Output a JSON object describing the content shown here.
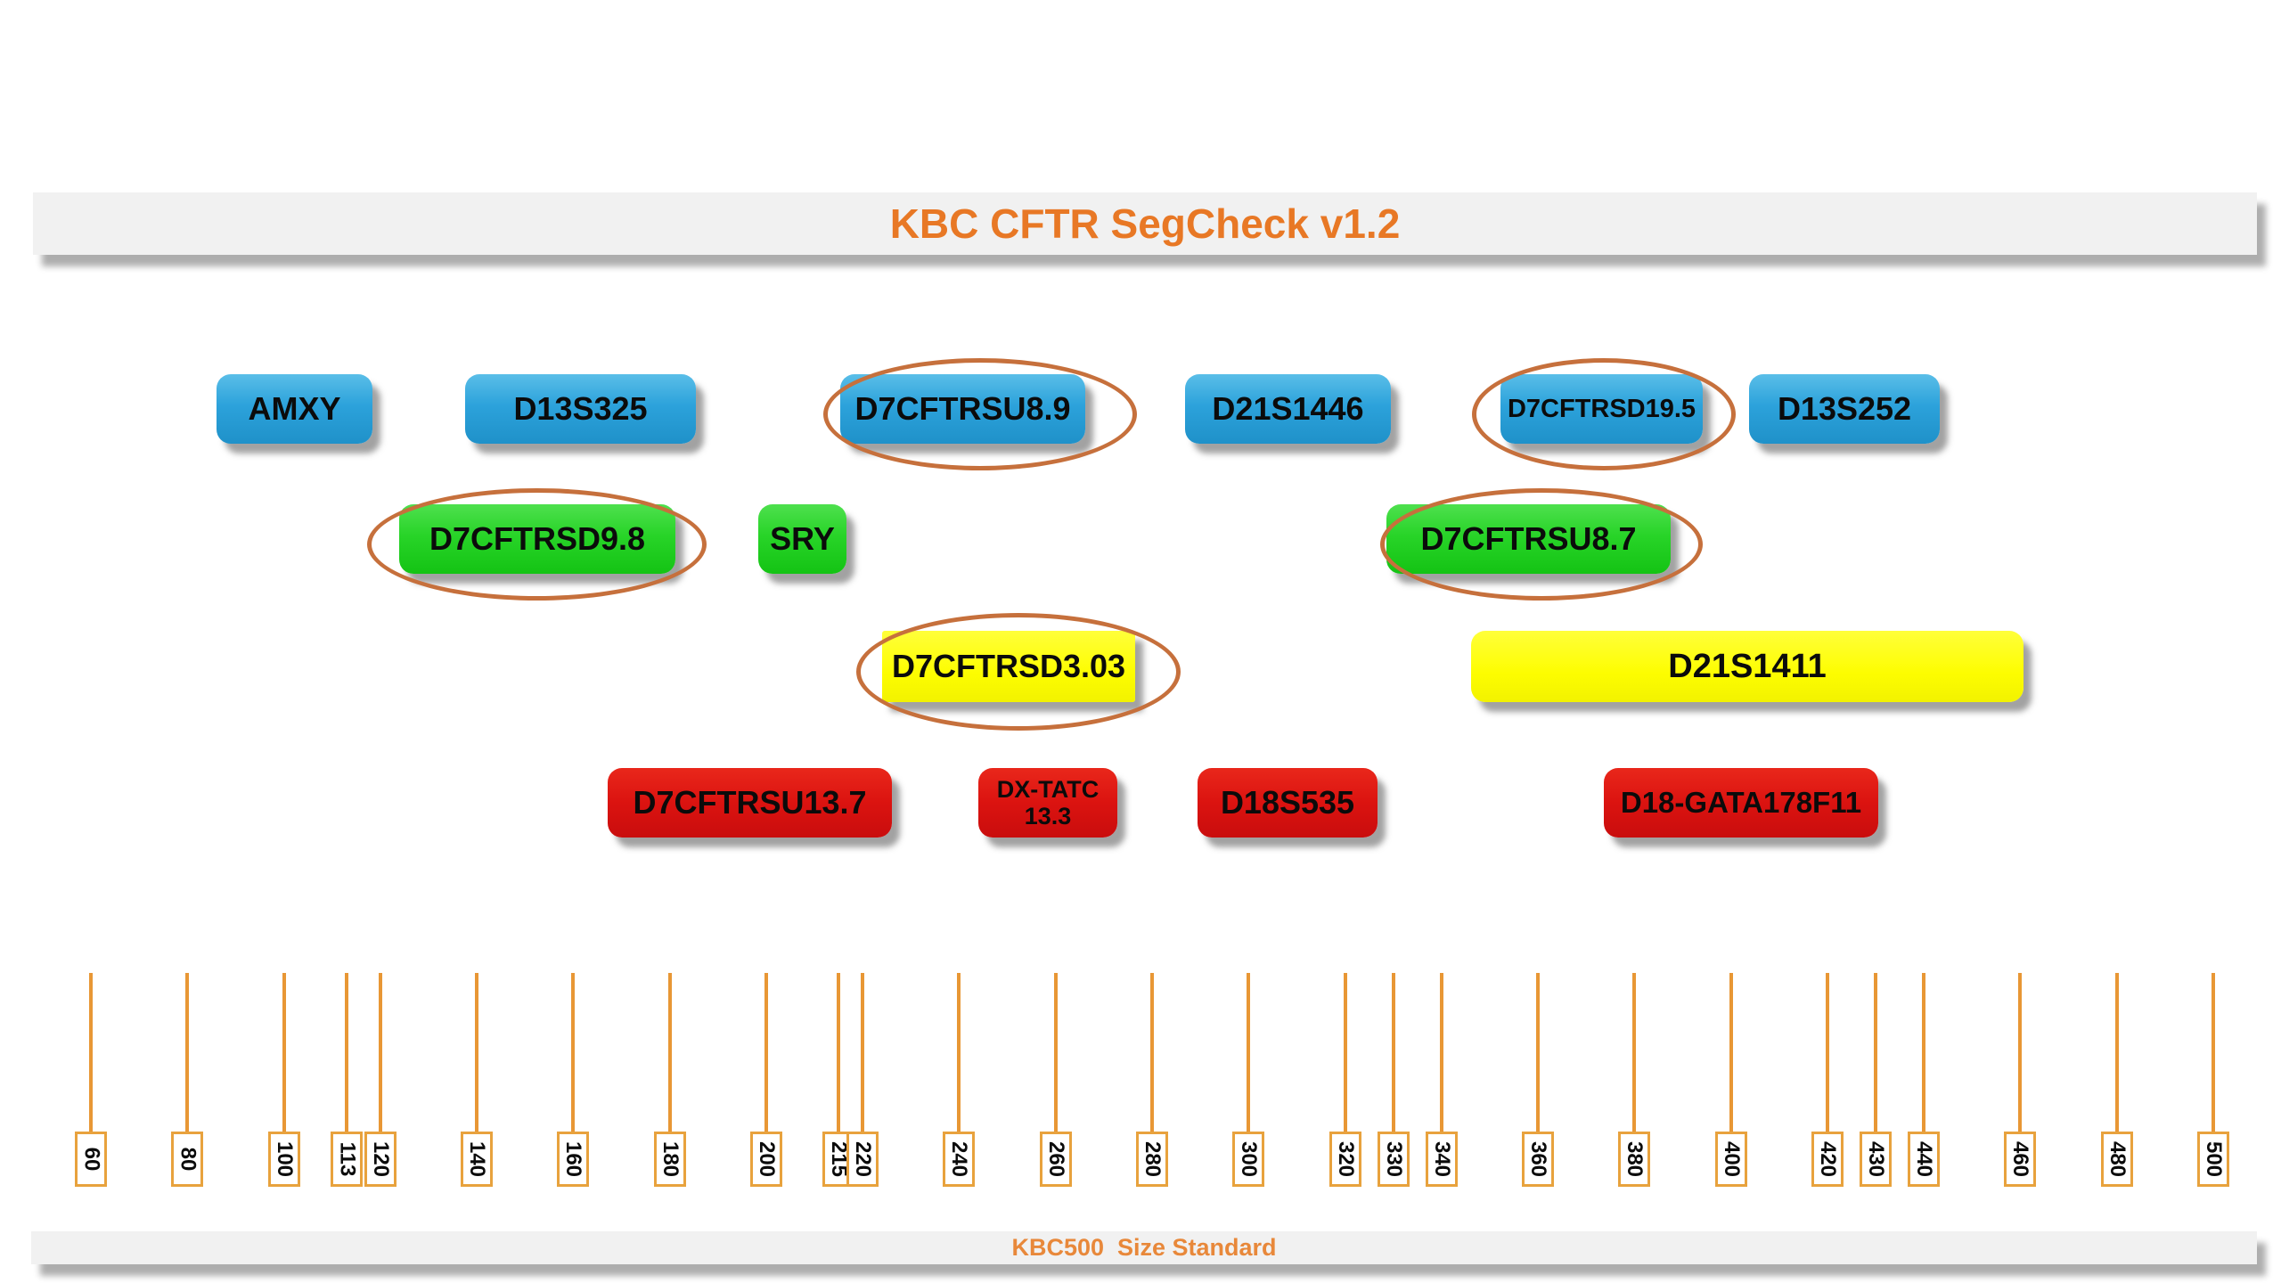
{
  "header": {
    "title": "KBC CFTR SegCheck v1.2"
  },
  "footer": {
    "label": "KBC500  Size Standard"
  },
  "markers": [
    {
      "label": "AMXY",
      "dye": "blue",
      "circled": false
    },
    {
      "label": "D13S325",
      "dye": "blue",
      "circled": false
    },
    {
      "label": "D7CFTRSU8.9",
      "dye": "blue",
      "circled": true
    },
    {
      "label": "D21S1446",
      "dye": "blue",
      "circled": false
    },
    {
      "label": "D7CFTRSD19.5",
      "dye": "blue",
      "circled": true
    },
    {
      "label": "D13S252",
      "dye": "blue",
      "circled": false
    },
    {
      "label": "D7CFTRSD9.8",
      "dye": "green",
      "circled": true
    },
    {
      "label": "SRY",
      "dye": "green",
      "circled": false
    },
    {
      "label": "D7CFTRSU8.7",
      "dye": "green",
      "circled": true
    },
    {
      "label": "D7CFTRSD3.03",
      "dye": "yellow",
      "circled": true
    },
    {
      "label": "D21S1411",
      "dye": "yellow",
      "circled": false
    },
    {
      "label": "D7CFTRSU13.7",
      "dye": "red",
      "circled": false
    },
    {
      "label": "DX-TATC 13.3",
      "lines": [
        "DX-TATC",
        "13.3"
      ],
      "dye": "red",
      "circled": false
    },
    {
      "label": "D18S535",
      "dye": "red",
      "circled": false
    },
    {
      "label": "D18-GATA178F11",
      "dye": "red",
      "circled": false
    }
  ],
  "ruler": {
    "values": [
      60,
      80,
      100,
      113,
      120,
      140,
      160,
      180,
      200,
      215,
      220,
      240,
      260,
      280,
      300,
      320,
      330,
      340,
      360,
      380,
      400,
      420,
      430,
      440,
      460,
      480,
      500
    ]
  },
  "colors": {
    "blue": "#2CA2DB",
    "green": "#28D428",
    "yellow": "#FDFD00",
    "red": "#DB1310",
    "title_orange": "#E87825",
    "ellipse_orange": "#C6703C",
    "tick_orange": "#E89735",
    "bar_background": "#F1F1F1"
  }
}
